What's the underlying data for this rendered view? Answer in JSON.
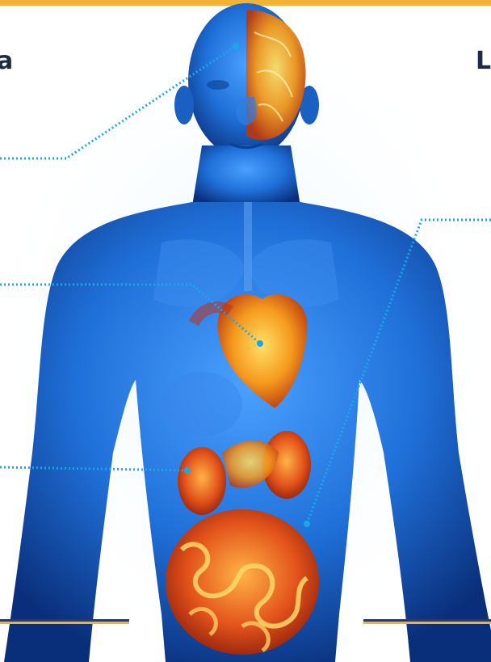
{
  "labels": {
    "left_partial": "a",
    "right_partial": "L"
  },
  "colors": {
    "accent_bar": "#f2b233",
    "body_blue": "#1f6fd8",
    "organ_orange": "#f07a1a",
    "callout_line": "#1aa8e6",
    "label_text": "#1d2b45"
  },
  "callouts": [
    {
      "from": "left-edge",
      "to": "brain"
    },
    {
      "from": "left-edge",
      "to": "heart"
    },
    {
      "from": "left-edge",
      "to": "kidney"
    },
    {
      "from": "right-edge",
      "to": "intestine"
    }
  ]
}
